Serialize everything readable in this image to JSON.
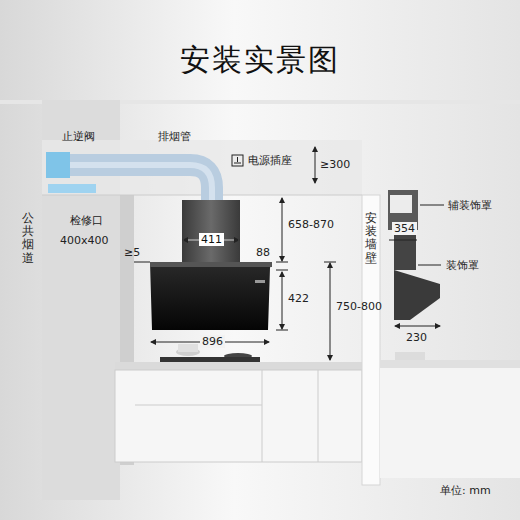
{
  "diagram": {
    "title": "安装实景图",
    "labels": [
      "止逆阀",
      "排烟管",
      "电源插座",
      "≥300",
      "公共烟道",
      "检修口",
      "400x400",
      "≥5",
      "411",
      "658-870",
      "88",
      "422",
      "750-800",
      "896",
      "安装墙壁",
      "辅装饰罩",
      "354",
      "装饰罩",
      "230",
      "单位: mm"
    ]
  }
}
